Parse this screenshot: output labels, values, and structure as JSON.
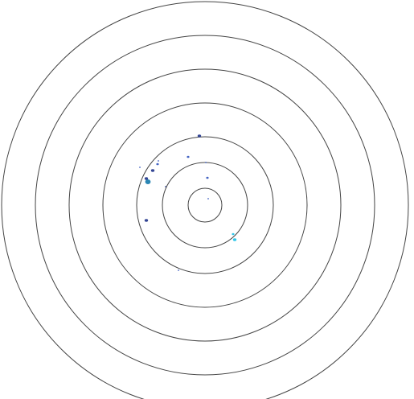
{
  "target": {
    "ring_count": 7,
    "ring_color": "#444444",
    "background": "#ffffff"
  },
  "colors": {
    "dark_blue": "#2a3d8f",
    "mid_blue": "#3a5cc0",
    "cyan": "#29c4e8",
    "teal": "#1e7fb0"
  },
  "scatter": [
    {
      "color": "dark_blue",
      "size": "medium"
    },
    {
      "color": "mid_blue",
      "size": "small"
    },
    {
      "color": "mid_blue",
      "size": "tiny"
    },
    {
      "color": "dark_blue",
      "size": "medium"
    },
    {
      "color": "mid_blue",
      "size": "small"
    },
    {
      "color": "teal",
      "size": "large"
    },
    {
      "color": "dark_blue",
      "size": "medium"
    },
    {
      "color": "mid_blue",
      "size": "tiny"
    },
    {
      "color": "mid_blue",
      "size": "tiny"
    },
    {
      "color": "mid_blue",
      "size": "small"
    },
    {
      "color": "dark_blue",
      "size": "medium"
    },
    {
      "color": "cyan",
      "size": "small"
    },
    {
      "color": "cyan",
      "size": "medium"
    },
    {
      "color": "mid_blue",
      "size": "tiny"
    },
    {
      "color": "mid_blue",
      "size": "tiny"
    },
    {
      "color": "dark_blue",
      "size": "tiny"
    }
  ]
}
